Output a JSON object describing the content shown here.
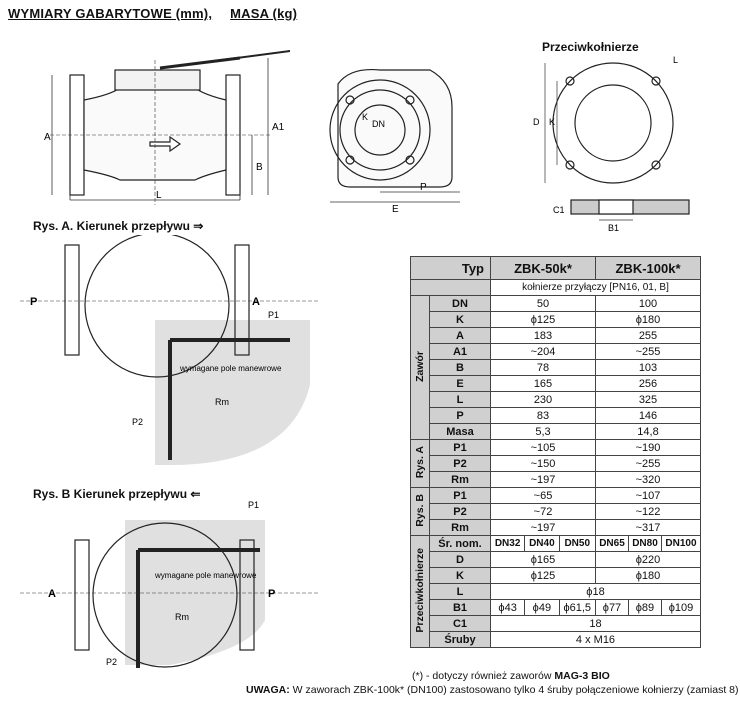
{
  "title": {
    "dims": "WYMIARY GABARYTOWE (mm),",
    "mass": "MASA (kg)"
  },
  "sections": {
    "flange": "Przeciwkołnierze",
    "rys_a": "Rys. A. Kierunek przepływu ⇒",
    "rys_b": "Rys. B  Kierunek przepływu ⇐"
  },
  "labels": {
    "A": "A",
    "A1": "A1",
    "B": "B",
    "L": "L",
    "P": "P",
    "E": "E",
    "DN": "DN",
    "D": "D",
    "K": "K",
    "Lf": "L",
    "B1": "B1",
    "C1": "C1",
    "P1": "P1",
    "P2": "P2",
    "Rm": "Rm",
    "pole": "wymagane pole manewrowe"
  },
  "table": {
    "header": {
      "typ": "Typ",
      "col1": "ZBK-50k*",
      "col2": "ZBK-100k*"
    },
    "sub": "kołnierze przyłączy [PN16, 01, B]",
    "groups": {
      "zawor": "Zawór",
      "rysa": "Rys. A",
      "rysb": "Rys. B",
      "przec": "Przeciwkołnierze"
    },
    "zawor": [
      {
        "k": "DN",
        "a": "50",
        "b": "100"
      },
      {
        "k": "K",
        "a": "ϕ125",
        "b": "ϕ180"
      },
      {
        "k": "A",
        "a": "183",
        "b": "255"
      },
      {
        "k": "A1",
        "a": "~204",
        "b": "~255"
      },
      {
        "k": "B",
        "a": "78",
        "b": "103"
      },
      {
        "k": "E",
        "a": "165",
        "b": "256"
      },
      {
        "k": "L",
        "a": "230",
        "b": "325"
      },
      {
        "k": "P",
        "a": "83",
        "b": "146"
      },
      {
        "k": "Masa",
        "a": "5,3",
        "b": "14,8"
      }
    ],
    "rysa": [
      {
        "k": "P1",
        "a": "~105",
        "b": "~190"
      },
      {
        "k": "P2",
        "a": "~150",
        "b": "~255"
      },
      {
        "k": "Rm",
        "a": "~197",
        "b": "~320"
      }
    ],
    "rysb": [
      {
        "k": "P1",
        "a": "~65",
        "b": "~107"
      },
      {
        "k": "P2",
        "a": "~72",
        "b": "~122"
      },
      {
        "k": "Rm",
        "a": "~197",
        "b": "~317"
      }
    ],
    "przec": {
      "nom_label": "Śr. nom.",
      "noms": [
        "DN32",
        "DN40",
        "DN50",
        "DN65",
        "DN80",
        "DN100"
      ],
      "D": {
        "k": "D",
        "a": "ϕ165",
        "b": "ϕ220"
      },
      "K": {
        "k": "K",
        "a": "ϕ125",
        "b": "ϕ180"
      },
      "L": {
        "k": "L",
        "v": "ϕ18"
      },
      "B1": {
        "k": "B1",
        "vals": [
          "ϕ43",
          "ϕ49",
          "ϕ61,5",
          "ϕ77",
          "ϕ89",
          "ϕ109"
        ]
      },
      "C1": {
        "k": "C1",
        "v": "18"
      },
      "sruby": {
        "k": "Śruby",
        "v": "4 x M16"
      }
    }
  },
  "notes": {
    "star": "(*) - dotyczy również zaworów",
    "star_bold": "MAG-3 BIO",
    "uwaga_label": "UWAGA:",
    "uwaga": "W zaworach ZBK-100k* (DN100) zastosowano tylko 4 śruby połączeniowe kołnierzy (zamiast 8)"
  }
}
